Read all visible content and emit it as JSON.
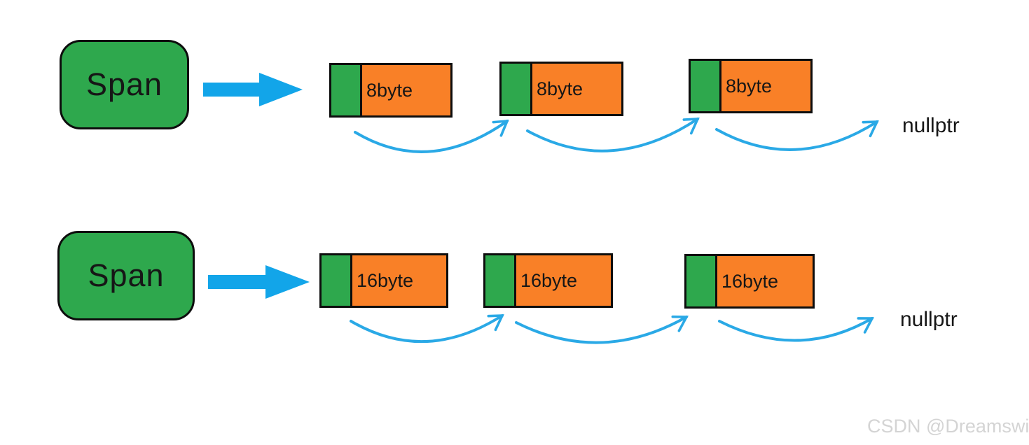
{
  "colors": {
    "background": "#ffffff",
    "green": "#2ea84d",
    "orange": "#f98027",
    "arrow_blue": "#12a5e9",
    "curve_blue": "#2aa9e6",
    "border": "#0d0d0d",
    "text": "#161616",
    "watermark": "#d4d4d4"
  },
  "watermark": "CSDN @Dreamswi",
  "rows": [
    {
      "span_label": "Span",
      "terminator_label": "nullptr",
      "blocks": [
        {
          "label": "8byte"
        },
        {
          "label": "8byte"
        },
        {
          "label": "8byte"
        }
      ]
    },
    {
      "span_label": "Span",
      "terminator_label": "nullptr",
      "blocks": [
        {
          "label": "16byte"
        },
        {
          "label": "16byte"
        },
        {
          "label": "16byte"
        }
      ]
    }
  ]
}
